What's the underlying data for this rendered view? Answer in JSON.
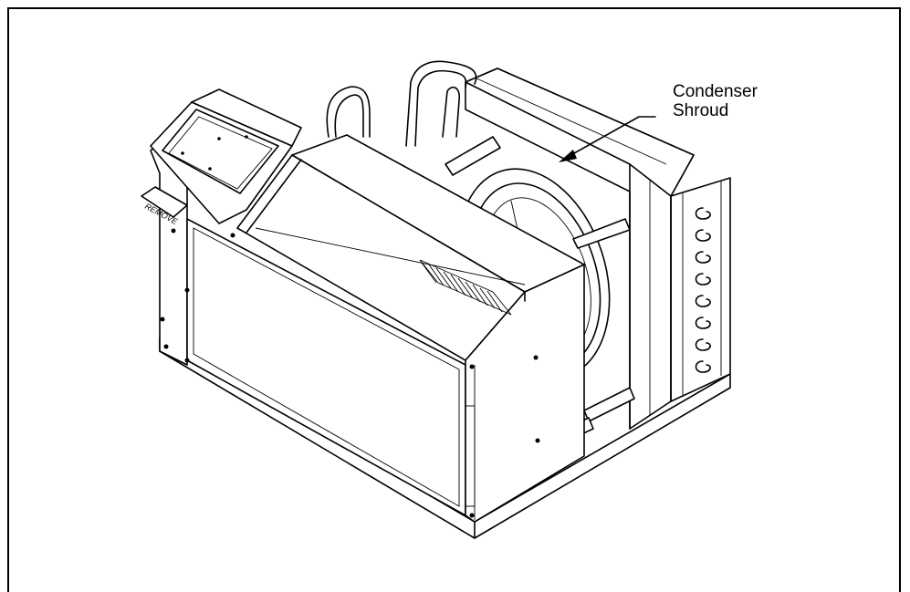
{
  "callout": {
    "line1": "Condenser",
    "line2": "Shroud"
  },
  "decal": {
    "remove": "REMOVE"
  },
  "icons": {
    "unit": "ptac-air-conditioner-illustration",
    "leader": "callout-leader-arrow"
  }
}
